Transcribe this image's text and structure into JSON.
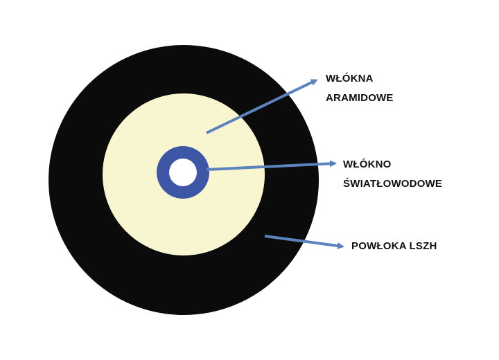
{
  "colors": {
    "outer_jacket": "#0b0b0b",
    "aramid_fill": "#f8f6d0",
    "fiber_ring": "#3d57a6",
    "fiber_core": "#ffffff",
    "arrow": "#5b83bd",
    "background": "#ffffff",
    "label_text": "#111111"
  },
  "labels": {
    "aramid": {
      "line1": "WŁÓKNA",
      "line2": "ARAMIDOWE"
    },
    "fiber": {
      "line1": "WŁÓKNO",
      "line2": "ŚWIATŁOWODOWE"
    },
    "jacket": {
      "line1": "POWŁOKA LSZH"
    }
  }
}
